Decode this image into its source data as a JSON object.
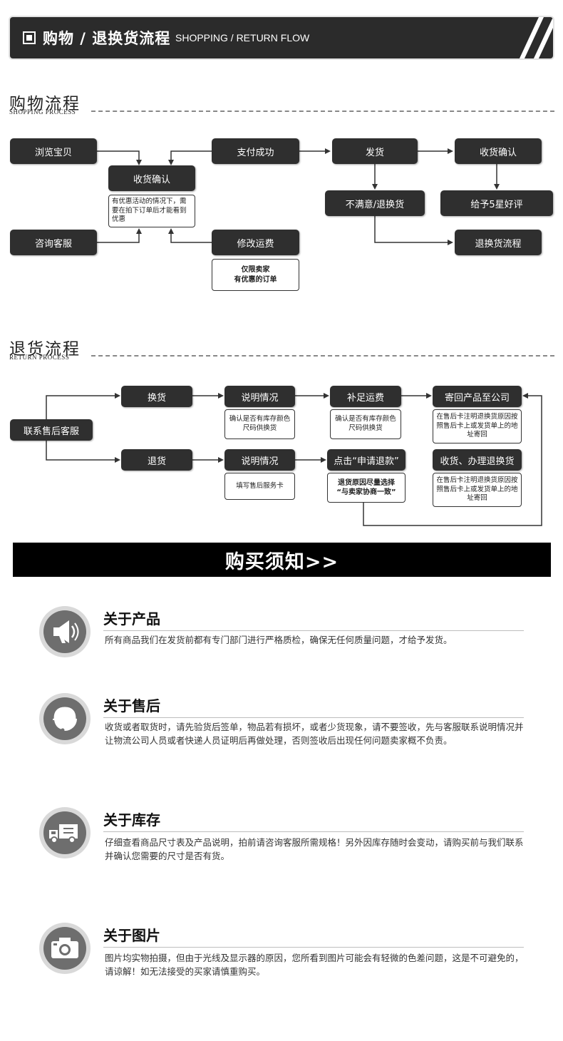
{
  "header": {
    "title_cn": "购物 / 退换货流程",
    "title_en": "SHOPPING / RETURN FLOW"
  },
  "shopping": {
    "title": "购物流程",
    "subtitle": "SHOPPING PROCESS",
    "nodes": {
      "browse": "浏览宝贝",
      "confirm_receipt_1": "收货确认",
      "consult": "咨询客服",
      "pay_success": "支付成功",
      "modify_shipping": "修改运费",
      "ship": "发货",
      "unsatisfied": "不满意/退换货",
      "confirm_receipt_2": "收货确认",
      "five_star": "给予5星好评",
      "return_flow": "退换货流程"
    },
    "notes": {
      "promo": "有优惠活动的情况下，需要在拍下订单后才能看到优惠",
      "seller_line1": "仅限卖家",
      "seller_line2": "有优惠的订单"
    }
  },
  "returns": {
    "title": "退货流程",
    "subtitle": "RETURN PROCESS",
    "nodes": {
      "contact": "联系售后客服",
      "exchange": "换货",
      "explain_1": "说明情况",
      "supplement": "补足运费",
      "send_back": "寄回产品至公司",
      "refund": "退货",
      "explain_2": "说明情况",
      "click_refund": "点击“申请退款”",
      "receive": "收货、办理退换货"
    },
    "notes": {
      "confirm_stock_1": "确认是否有库存颜色尺码供换货",
      "confirm_stock_2": "确认是否有库存颜色尺码供换货",
      "address_1": "在售后卡注明退换货原因按照售后卡上或发货单上的地址寄回",
      "fill_card": "填写售后服务卡",
      "reason_line1": "退货原因尽量选择",
      "reason_line2": "“与卖家协商一致”",
      "address_2": "在售后卡注明退换货原因按照售后卡上或发货单上的地址寄回"
    }
  },
  "notice": {
    "title": "购买须知>>",
    "sections": [
      {
        "icon": "megaphone-icon",
        "heading": "关于产品",
        "text": "所有商品我们在发货前都有专门部门进行严格质检，确保无任何质量问题，才给予发货。"
      },
      {
        "icon": "customer-service-icon",
        "heading": "关于售后",
        "text": "收货或者取货时，请先验货后签单，物品若有损坏，或者少货现象，请不要签收，先与客服联系说明情况并让物流公司人员或者快递人员证明后再做处理，否则签收后出现任何问题卖家概不负责。"
      },
      {
        "icon": "delivery-truck-icon",
        "heading": "关于库存",
        "text": "仔细查看商品尺寸表及产品说明，拍前请咨询客服所需规格！另外因库存随时会变动，请购买前与我们联系并确认您需要的尺寸是否有货。"
      },
      {
        "icon": "camera-icon",
        "heading": "关于图片",
        "text": "图片均实物拍摄，但由于光线及显示器的原因，您所看到图片可能会有轻微的色差问题，这是不可避免的，请谅解！如无法接受的买家请慎重购买。"
      }
    ]
  }
}
